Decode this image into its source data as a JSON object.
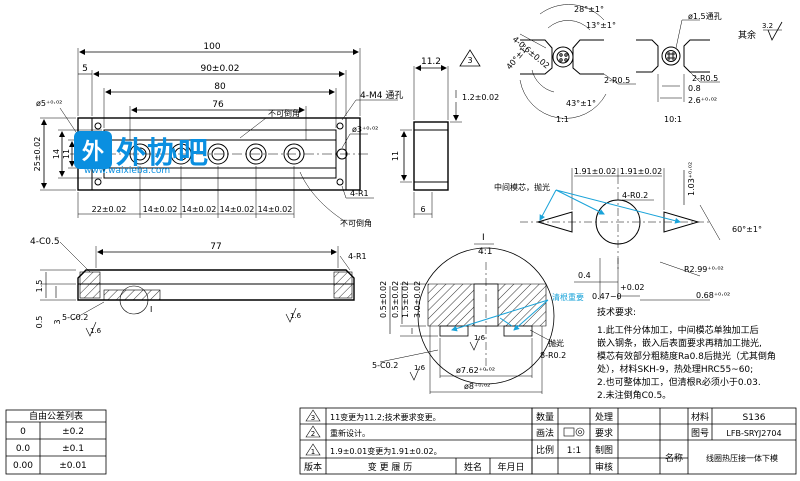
{
  "watermark": {
    "glyph": "外",
    "text": "外协吧",
    "site": "www.waixieba.com"
  },
  "dims_top": {
    "d100": "100",
    "d5": "5",
    "d90": "90±0.02",
    "d80": "80",
    "d76": "76",
    "m4": "4-M4 通孔",
    "not_chamfer": "不可倒角",
    "d5hole": "ø5⁺⁰·⁰²",
    "d3hole": "ø3⁺⁰·⁰²",
    "d25": "25±0.02",
    "d14": "14",
    "d11": "11",
    "r1": "4-R1",
    "not_chamfer2": "不可倒角",
    "b22": "22±0.02",
    "b14a": "14±0.02",
    "b14b": "14±0.02",
    "b14c": "14±0.02",
    "b14d": "14±0.02"
  },
  "dims_side": {
    "d112": "11.2",
    "tri3": "3",
    "d12": "1.2±0.02",
    "d11s": "11",
    "d6": "6"
  },
  "detail_left": {
    "d28": "28°±1°",
    "d13": "13°±1°",
    "d406": "4-0.6±0.02",
    "d40": "40°±1°",
    "d43": "43°±1°",
    "r05": "2-R0.5",
    "scale": "1:1"
  },
  "detail_right": {
    "d15": "ø1.5通孔",
    "r05": "2-R0.5",
    "d08": "0.8",
    "d26": "2.6⁺⁰·⁰²",
    "scale": "10:1",
    "rest": "其余",
    "rest_ra": "3.2"
  },
  "detail_mid": {
    "d191a": "1.91±0.02",
    "d191b": "1.91±0.02",
    "r02": "4-R0.2",
    "d103": "1.03⁺⁰·⁰²",
    "mid_core": "中间模芯，抛光",
    "clear_root": "清根重要",
    "d60": "60°±1°",
    "d04": "0.4",
    "d002": "+0.02",
    "d047": "0.47−0",
    "r299": "R2.99⁺⁰·⁰²",
    "d068": "0.68⁺⁰·⁰²"
  },
  "section": {
    "c05": "4-C0.5",
    "d77": "77",
    "r1": "4-R1",
    "d15": "1.5",
    "d05": "0.5",
    "d3": "3",
    "c02": "5-C0.2",
    "ra16a": "1.6",
    "ra16b": "1.6",
    "label_i": "I"
  },
  "detail_i": {
    "label": "I",
    "scale": "4:1",
    "d05a": "0.5±0.02",
    "d05b": "0.5±0.02",
    "d15": "1.5±0.02",
    "d30": "3.0±0.02",
    "clear": "清根重要",
    "polish": "抛光",
    "r02": "8-R0.2",
    "c02": "5-C0.2",
    "d762": "ø7.62⁺⁰·⁰²",
    "d8": "ø8⁺⁰·⁰²",
    "ra16a": "1.6",
    "ra16b": "1.6"
  },
  "notes": {
    "title": "技术要求:",
    "lines": [
      "1.此工件分体加工，中间模芯单独加工后",
      "嵌入钢条，嵌入后表面要求再精加工抛光,",
      "模芯有效部分粗糙度Ra0.8后抛光（尤其倒角",
      "处），材料SKH-9，热处理HRC55~60;",
      "2.也可整体加工，但清根R必须小于0.03.",
      "2.未注倒角C0.5。"
    ]
  },
  "tolerance_table": {
    "title": "自由公差列表",
    "rows": [
      {
        "prec": "0",
        "tol": "±0.2"
      },
      {
        "prec": "0.0",
        "tol": "±0.1"
      },
      {
        "prec": "0.00",
        "tol": "±0.01"
      }
    ]
  },
  "revision": {
    "rows": [
      {
        "no": "3",
        "text": "11变更为11.2;技术要求变更。"
      },
      {
        "no": "2",
        "text": "重新设计。"
      },
      {
        "no": "1",
        "text": "1.9±0.01变更为1.91±0.02。"
      }
    ],
    "h_ver": "版本",
    "h_hist": "变 更 履 历",
    "h_name": "姓名",
    "h_date": "年月日"
  },
  "title_block": {
    "qty": "数量",
    "method": "画法",
    "ratio": "比例",
    "ratio_val": "1:1",
    "process": "处理",
    "require": "要求",
    "drawing": "制图",
    "review": "审核",
    "material": "材料",
    "material_val": "S136",
    "drawing_no": "图号",
    "drawing_no_val": "LFB-SRYJ2704",
    "name": "名称",
    "name_val": "线圈热压接一体下模"
  }
}
